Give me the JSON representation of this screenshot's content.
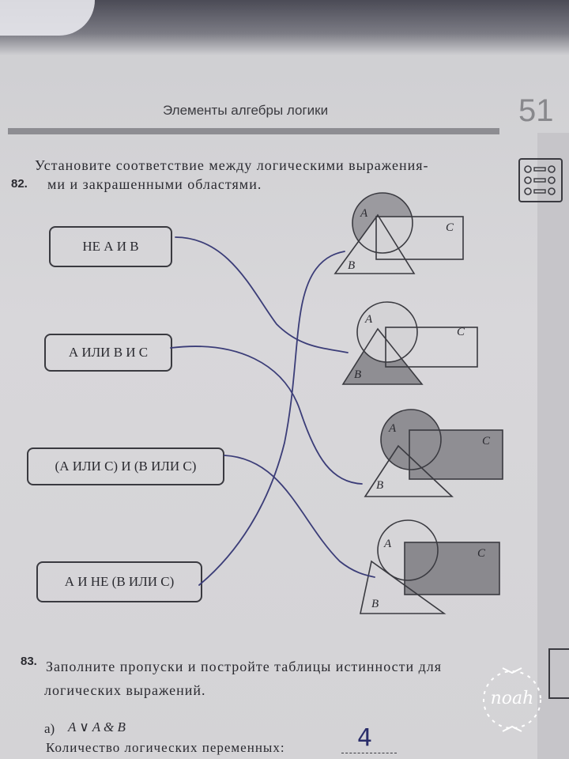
{
  "header": {
    "running_title": "Элементы алгебры логики",
    "page_number": "51"
  },
  "task82": {
    "number": "82.",
    "line1": "Установите соответствие между логическими выражения-",
    "line2": "ми и закрашенными областями.",
    "expressions": [
      "НЕ А И В",
      "А ИЛИ В И С",
      "(А ИЛИ С) И (В ИЛИ С)",
      "А И НЕ (В ИЛИ С)"
    ],
    "diagram_labels": {
      "a": "A",
      "b": "B",
      "c": "C"
    }
  },
  "task83": {
    "number": "83.",
    "line1": "Заполните пропуски и постройте таблицы истинности для",
    "line2": "логических выражений.",
    "item_a_label": "а)",
    "item_a_expr": "A ∨ A & B",
    "variables_label": "Количество логических переменных:",
    "variables_answer": "4"
  },
  "watermark": {
    "text": "noah"
  },
  "colors": {
    "ink": "#2a2a30",
    "pen": "#3b3d78",
    "shade": "#8a898e"
  }
}
